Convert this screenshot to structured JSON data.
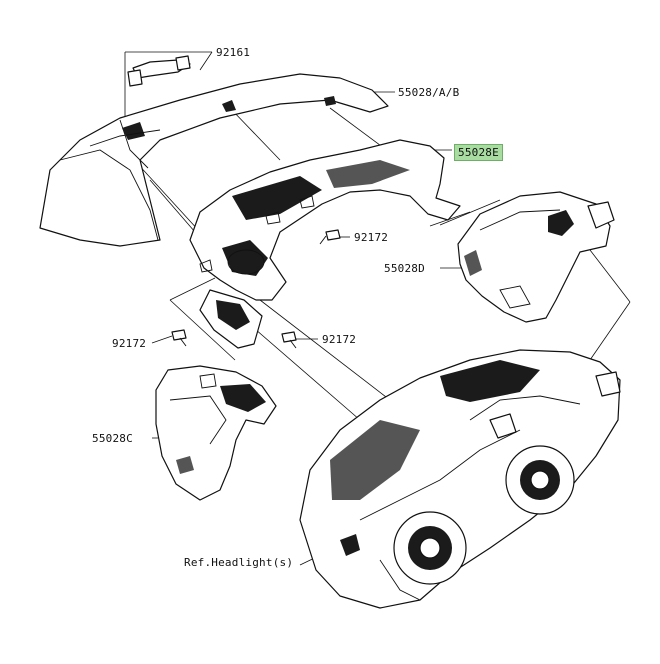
{
  "diagram": {
    "labels": {
      "l_92161": "92161",
      "l_55028ab": "55028/A/B",
      "l_55028e": "55028E",
      "l_92172_top": "92172",
      "l_55028d": "55028D",
      "l_92172_left": "92172",
      "l_92172_mid": "92172",
      "l_55028c": "55028C",
      "l_ref_headlight": "Ref.Headlight(s)"
    },
    "colors": {
      "highlight": "#a8dca0",
      "highlight_border": "#6fae67",
      "line": "#111111"
    }
  }
}
